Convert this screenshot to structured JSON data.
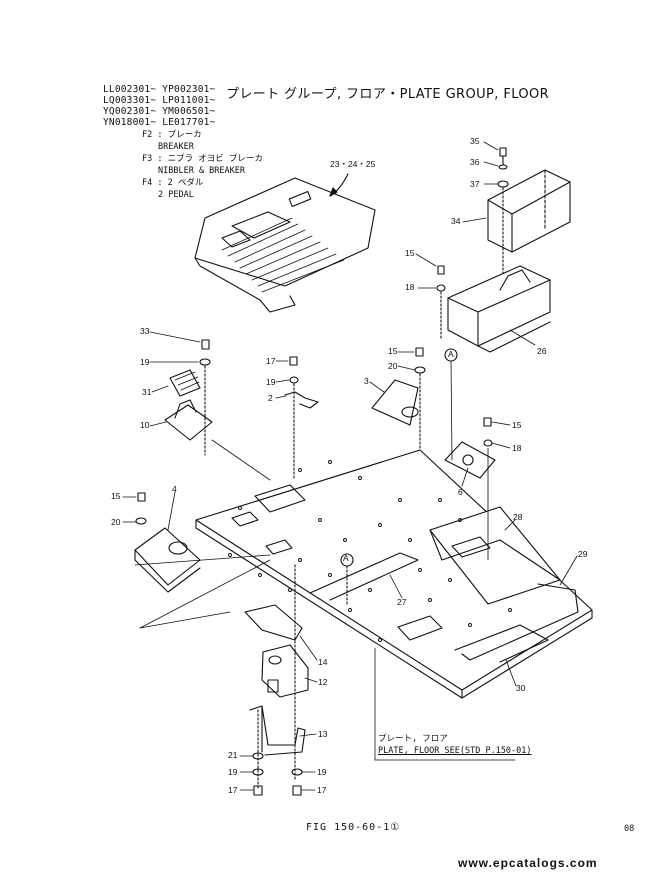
{
  "header": {
    "serial_lines": [
      "LL002301~ YP002301~",
      "LQ003301~ LP011001~",
      "YQ002301~ YM006501~",
      "YN018001~ LE017701~"
    ],
    "title": "プレート グループ, フロア・PLATE GROUP, FLOOR"
  },
  "legend": {
    "f2_code": "F2 : ブレーカ",
    "f2_en": "BREAKER",
    "f3_code": "F3 : ニブラ オヨビ ブレーカ",
    "f3_en": "NIBBLER & BREAKER",
    "f4_code": "F4 : 2 ペダル",
    "f4_en": "2 PEDAL"
  },
  "callouts": {
    "c23": "23・24・25",
    "c35": "35",
    "c36": "36",
    "c37": "37",
    "c34": "34",
    "c15a": "15",
    "c18a": "18",
    "c26": "26",
    "refA1": "A",
    "c33": "33",
    "c19a": "19",
    "c31": "31",
    "c10": "10",
    "c17a": "17",
    "c19b": "19",
    "c2": "2",
    "c15b": "15",
    "c20a": "20",
    "c3": "3",
    "c15c": "15",
    "c18b": "18",
    "c6": "6",
    "c28": "28",
    "c15d": "15",
    "c20b": "20",
    "c4": "4",
    "refA2": "A",
    "c27": "27",
    "c29": "29",
    "c30": "30",
    "c14": "14",
    "c12": "12",
    "c13": "13",
    "c21": "21",
    "c19c": "19",
    "c17b": "17",
    "c19d": "19",
    "c17c": "17"
  },
  "note": {
    "jp": "プレート, フロア",
    "en": "PLATE, FLOOR SEE(STD P.150-01)"
  },
  "footer": {
    "figure": "FIG 150-60-1①",
    "code": "08",
    "watermark": "www.epcatalogs.com"
  }
}
